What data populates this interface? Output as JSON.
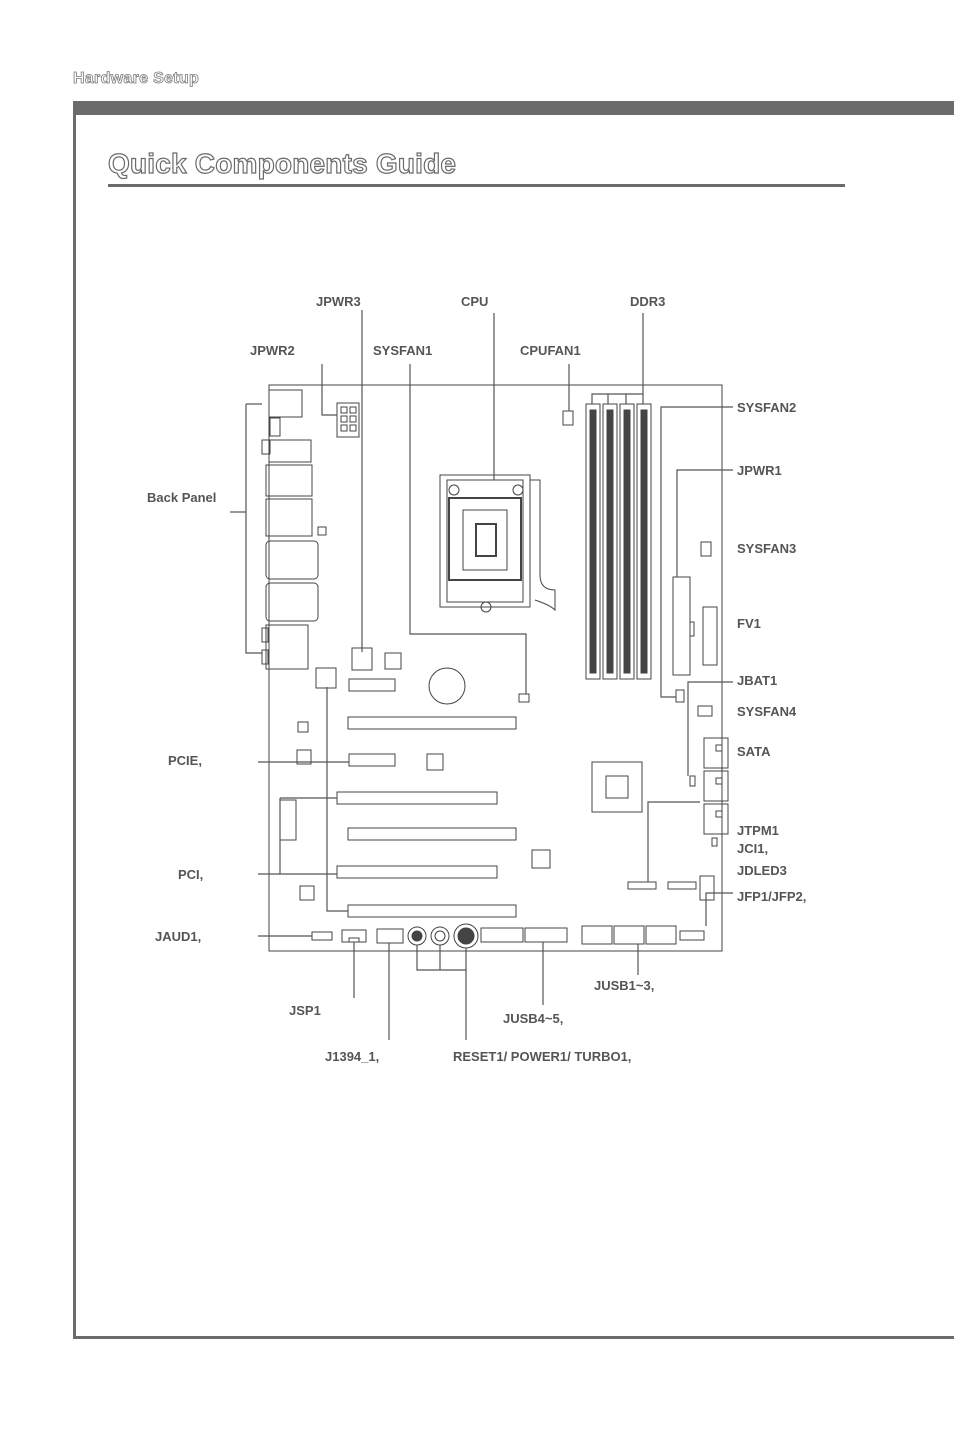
{
  "page": {
    "header": "Hardware Setup",
    "title": "Quick Components Guide"
  },
  "diagram": {
    "labels": {
      "jpwr3": "JPWR3",
      "cpu": "CPU",
      "ddr3": "DDR3",
      "jpwr2": "JPWR2",
      "sysfan1": "SYSFAN1",
      "cpufan1": "CPUFAN1",
      "sysfan2": "SYSFAN2",
      "jpwr1": "JPWR1",
      "back_panel": "Back Panel",
      "sysfan3": "SYSFAN3",
      "fv1": "FV1",
      "jbat1": "JBAT1",
      "sysfan4": "SYSFAN4",
      "pcie": "PCIE,",
      "sata": "SATA",
      "jtpm1": "JTPM1",
      "jci1": "JCI1,",
      "jdled3": "JDLED3",
      "pci": "PCI,",
      "jfp": "JFP1/JFP2,",
      "jaud1": "JAUD1,",
      "jusb1_3": "JUSB1~3,",
      "jsp1": "JSP1",
      "jusb4_5": "JUSB4~5,",
      "j1394": "J1394_1,",
      "reset_power_turbo": "RESET1/ POWER1/ TURBO1,"
    }
  }
}
